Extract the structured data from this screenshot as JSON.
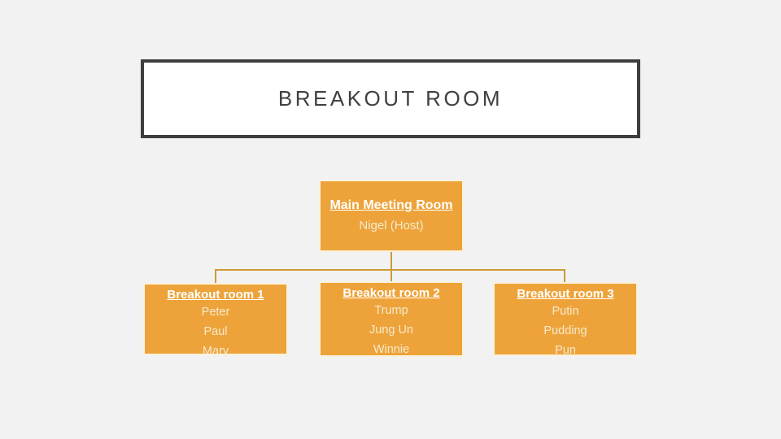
{
  "slide": {
    "title": "BREAKOUT ROOM",
    "colors": {
      "background": "#F2F2F2",
      "title_box_fill": "#FFFFFF",
      "title_box_border": "#3E3E40",
      "title_text": "#404040",
      "node_fill": "#EDA33A",
      "node_border": "#FBF2DD",
      "node_title_text": "#FFFFFF",
      "node_member_text": "#F7EACC",
      "connector": "#CE9937"
    },
    "diagram": {
      "root": {
        "title": "Main Meeting Room",
        "host": "Nigel (Host)"
      },
      "rooms": [
        {
          "title": "Breakout room 1",
          "members": [
            "Peter",
            "Paul",
            "Mary"
          ]
        },
        {
          "title": "Breakout room 2",
          "members": [
            "Trump",
            "Jung Un",
            "Winnie"
          ]
        },
        {
          "title": "Breakout room 3",
          "members": [
            "Putin",
            "Pudding",
            "Pun"
          ]
        }
      ]
    }
  }
}
